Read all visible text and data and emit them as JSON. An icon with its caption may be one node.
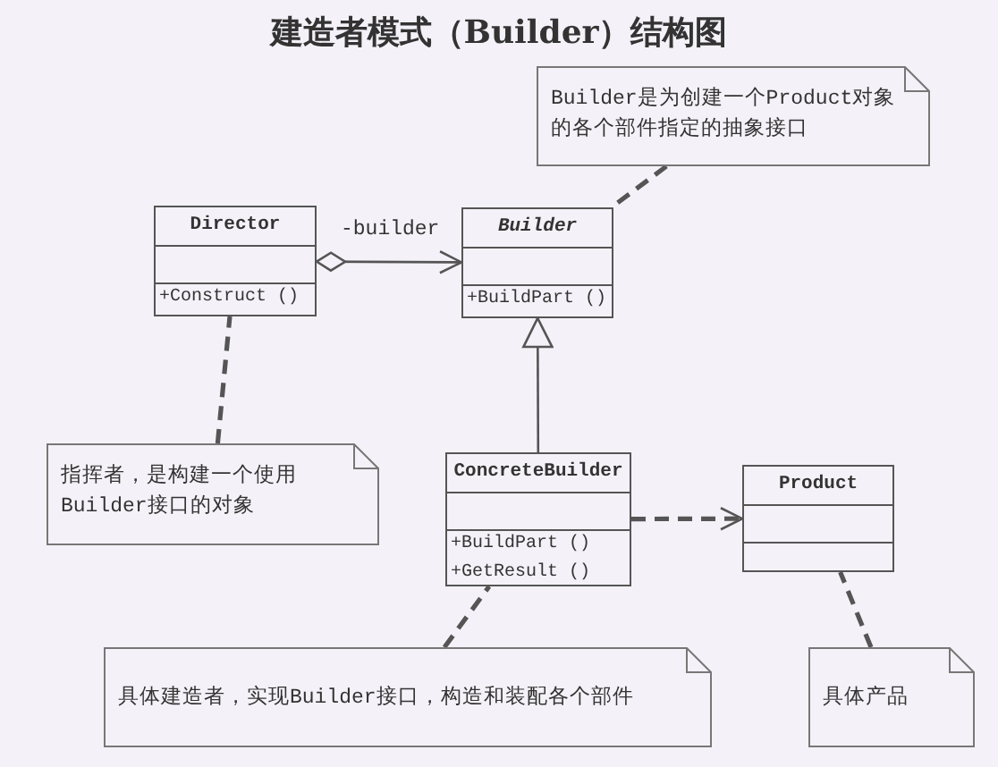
{
  "diagram": {
    "title": "建造者模式（Builder）结构图",
    "nodes": [
      {
        "text": [
          "Director",
          "+Construct ()"
        ]
      },
      {
        "text": [
          "Builder",
          "+BuildPart ()"
        ]
      },
      {
        "text": [
          "ConcreteBuilder",
          "+BuildPart ()",
          "+GetResult ()"
        ]
      },
      {
        "text": [
          "Product"
        ]
      },
      {
        "text": [
          "Builder是为创建一个Product对象的各个部件指定的抽象接口"
        ]
      },
      {
        "text": [
          "指挥者，是构建一个使用Builder接口的对象"
        ]
      },
      {
        "text": [
          "具体建造者，实现Builder接口，构造和装配各个部件"
        ]
      },
      {
        "text": [
          "具体产品"
        ]
      }
    ],
    "edges": [
      {
        "from": 0,
        "to": 1,
        "arrow": "to",
        "label": "-builder"
      },
      {
        "from": 2,
        "to": 1,
        "arrow": "to"
      },
      {
        "from": 2,
        "to": 3,
        "arrow": "to",
        "style": "dashed"
      },
      {
        "from": 4,
        "to": 1,
        "arrow": "none",
        "style": "dashed"
      },
      {
        "from": 5,
        "to": 0,
        "arrow": "none",
        "style": "dashed"
      },
      {
        "from": 6,
        "to": 2,
        "arrow": "none",
        "style": "dashed"
      },
      {
        "from": 7,
        "to": 3,
        "arrow": "none",
        "style": "dashed"
      }
    ]
  }
}
